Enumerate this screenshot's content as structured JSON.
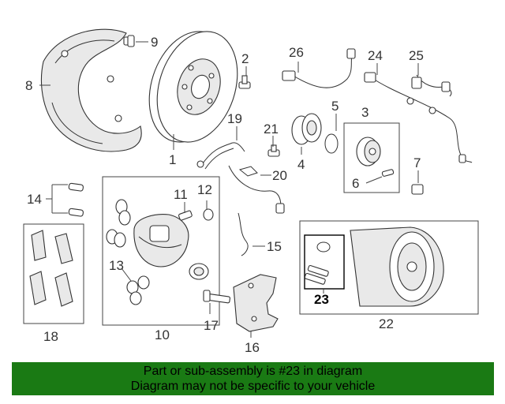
{
  "callouts": {
    "c1": "1",
    "c2": "2",
    "c3": "3",
    "c4": "4",
    "c5": "5",
    "c6": "6",
    "c7": "7",
    "c8": "8",
    "c9": "9",
    "c10": "10",
    "c11": "11",
    "c12": "12",
    "c13": "13",
    "c14": "14",
    "c15": "15",
    "c16": "16",
    "c17": "17",
    "c18": "18",
    "c19": "19",
    "c20": "20",
    "c21": "21",
    "c22": "22",
    "c23": "23",
    "c24": "24",
    "c25": "25",
    "c26": "26"
  },
  "highlighted_part": "23",
  "colors": {
    "banner": "#1a7a14",
    "line": "#333333",
    "highlight_box": "#000000"
  },
  "banner": {
    "line1": "Part or sub-assembly is #23 in diagram",
    "line2": "Diagram may not be specific to your vehicle"
  }
}
